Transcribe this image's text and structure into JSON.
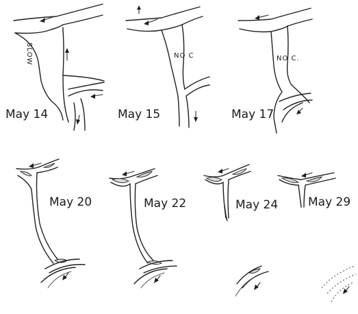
{
  "panels": [
    {
      "label": "May 14",
      "note": "SLOW"
    },
    {
      "label": "May 15",
      "note": "NO C"
    },
    {
      "label": "May 17",
      "note": "NO C."
    },
    {
      "label": "May 20"
    },
    {
      "label": "May 22"
    },
    {
      "label": "May 24"
    },
    {
      "label": "May 29"
    }
  ]
}
